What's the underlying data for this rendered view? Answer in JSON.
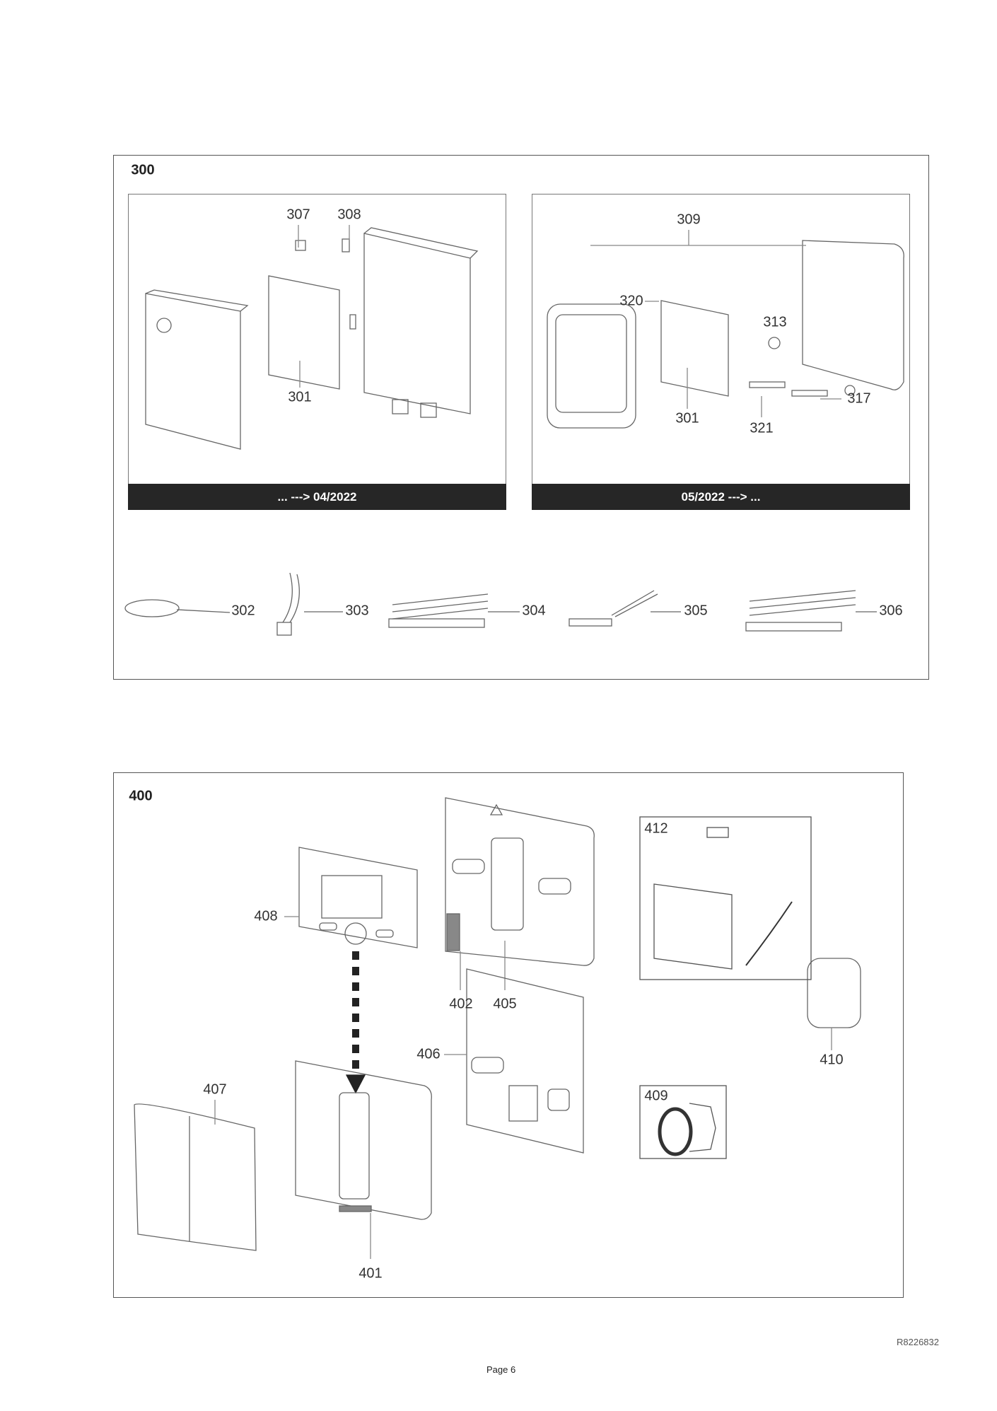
{
  "section_300": {
    "title": "300",
    "old_version_label": "... ---> 04/2022",
    "new_version_label": "05/2022 ---> ...",
    "old_parts": [
      "307",
      "308",
      "301"
    ],
    "new_parts": [
      "309",
      "320",
      "313",
      "317",
      "301",
      "321"
    ],
    "cables": [
      "302",
      "303",
      "304",
      "305",
      "306"
    ]
  },
  "section_400": {
    "title": "400",
    "parts": [
      "412",
      "408",
      "402",
      "405",
      "410",
      "406",
      "407",
      "409",
      "401"
    ]
  },
  "footer": {
    "reference": "R8226832",
    "page": "Page 6"
  }
}
